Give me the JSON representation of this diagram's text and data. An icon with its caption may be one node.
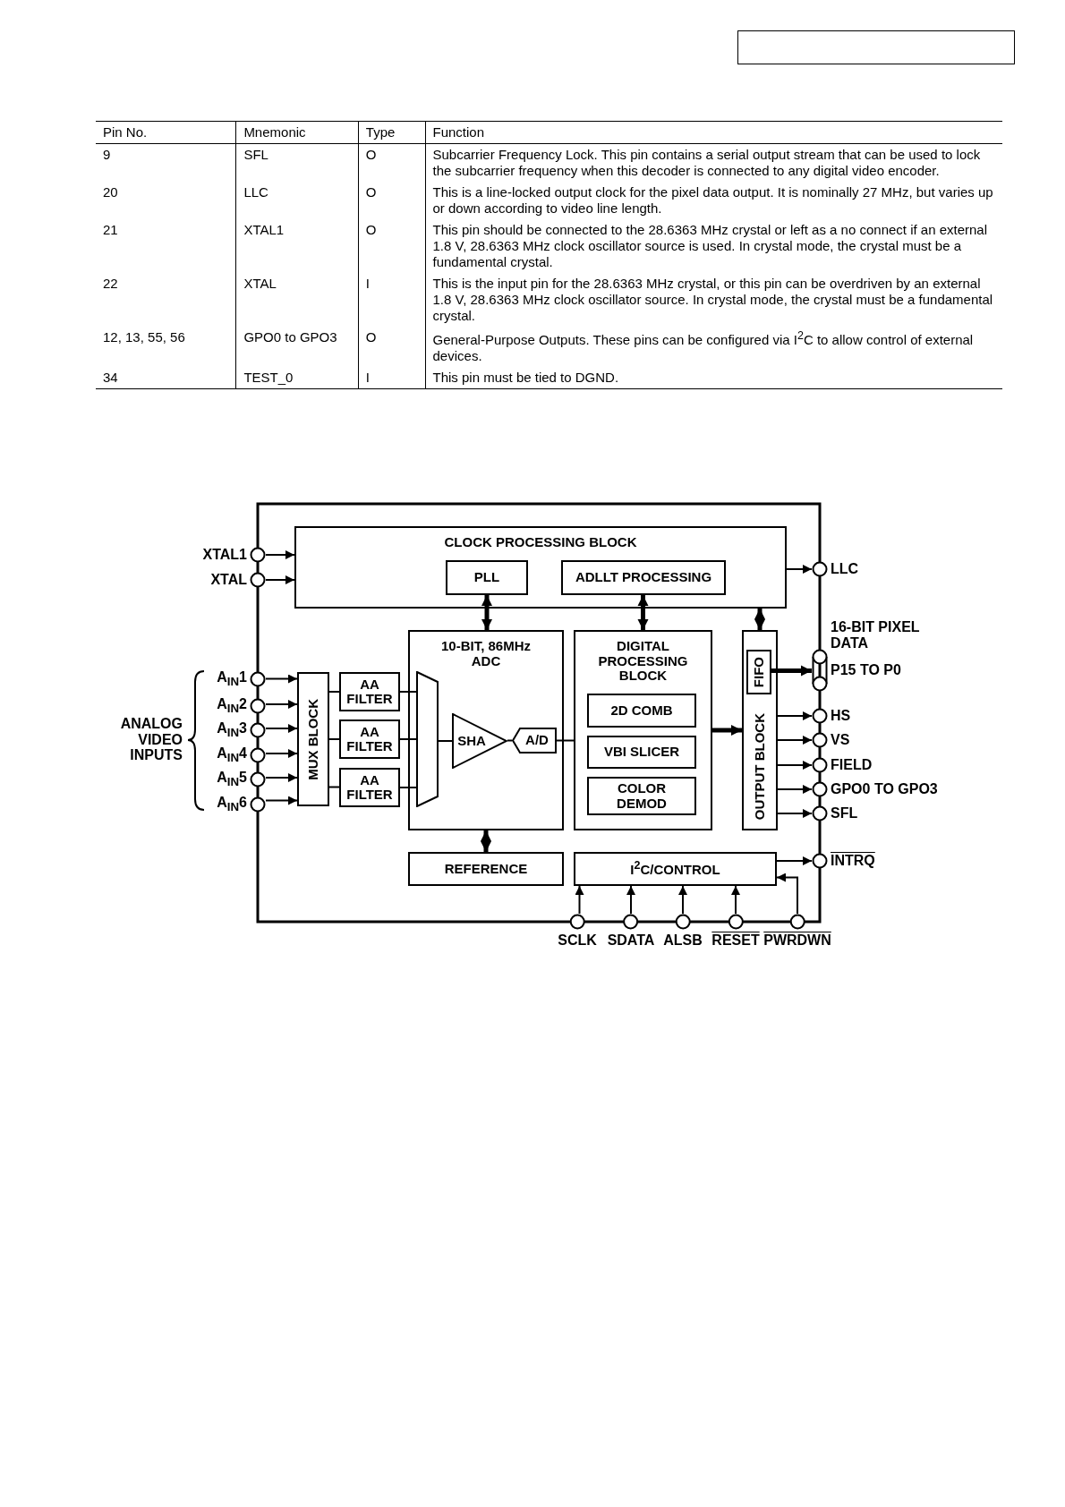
{
  "diagram": {
    "nodes": [
      {
        "text": [
          "CLOCK PROCESSING BLOCK"
        ]
      },
      {
        "text": [
          "PLL"
        ],
        "in": 0
      },
      {
        "text": [
          "ADLLT PROCESSING"
        ],
        "in": 0
      },
      {
        "text": [
          "10-BIT, 86MHz ADC"
        ]
      },
      {
        "text": [
          "SHA"
        ],
        "in": 3
      },
      {
        "text": [
          "A/D"
        ],
        "in": 3
      },
      {
        "text": [
          "DIGITAL PROCESSING BLOCK"
        ]
      },
      {
        "text": [
          "2D COMB"
        ],
        "in": 6
      },
      {
        "text": [
          "VBI SLICER"
        ],
        "in": 6
      },
      {
        "text": [
          "COLOR DEMOD"
        ],
        "in": 6
      },
      {
        "text": [
          "OUTPUT BLOCK"
        ]
      },
      {
        "text": [
          "FIFO"
        ],
        "in": 10
      },
      {
        "text": [
          "MUX BLOCK"
        ]
      },
      {
        "text": [
          "AA FILTER"
        ]
      },
      {
        "text": [
          "AA FILTER"
        ]
      },
      {
        "text": [
          "AA FILTER"
        ]
      },
      {
        "text": [
          "REFERENCE"
        ]
      },
      {
        "text": [
          "I$^{2}$C/CONTROL"
        ]
      },
      {
        "text": [],
        "shape": "trapezoid",
        "in": 3
      },
      {
        "text": [
          "XTAL1"
        ]
      },
      {
        "text": [
          "XTAL"
        ]
      },
      {
        "text": [
          "A$_{IN}$1"
        ]
      },
      {
        "text": [
          "A$_{IN}$2"
        ]
      },
      {
        "text": [
          "A$_{IN}$3"
        ]
      },
      {
        "text": [
          "A$_{IN}$4"
        ]
      },
      {
        "text": [
          "A$_{IN}$5"
        ]
      },
      {
        "text": [
          "A$_{IN}$6"
        ]
      },
      {
        "text": [
          "LLC"
        ]
      },
      {
        "text": [
          "16-BIT PIXEL DATA",
          "P15 TO P0"
        ]
      },
      {
        "text": [
          "HS"
        ]
      },
      {
        "text": [
          "VS"
        ]
      },
      {
        "text": [
          "FIELD"
        ]
      },
      {
        "text": [
          "GPO0 TO GPO3"
        ]
      },
      {
        "text": [
          "SFL"
        ]
      },
      {
        "text": [
          "INTRQ"
        ]
      },
      {
        "text": [
          "SCLK"
        ]
      },
      {
        "text": [
          "SDATA"
        ]
      },
      {
        "text": [
          "ALSB"
        ]
      },
      {
        "text": [
          "RESET"
        ]
      },
      {
        "text": [
          "PWRDWN"
        ]
      }
    ],
    "edges": [
      {
        "from": 19,
        "to": 0,
        "arrow": "to"
      },
      {
        "from": 20,
        "to": 0,
        "arrow": "to"
      },
      {
        "from": 21,
        "to": 12,
        "arrow": "to"
      },
      {
        "from": 22,
        "to": 12,
        "arrow": "to"
      },
      {
        "from": 23,
        "to": 12,
        "arrow": "to"
      },
      {
        "from": 24,
        "to": 12,
        "arrow": "to"
      },
      {
        "from": 25,
        "to": 12,
        "arrow": "to"
      },
      {
        "from": 26,
        "to": 12,
        "arrow": "to"
      },
      {
        "from": 12,
        "to": 13,
        "arrow": "none"
      },
      {
        "from": 12,
        "to": 14,
        "arrow": "none"
      },
      {
        "from": 12,
        "to": 15,
        "arrow": "none"
      },
      {
        "from": 13,
        "to": 18,
        "arrow": "none"
      },
      {
        "from": 14,
        "to": 18,
        "arrow": "none"
      },
      {
        "from": 15,
        "to": 18,
        "arrow": "none"
      },
      {
        "from": 18,
        "to": 4,
        "arrow": "none"
      },
      {
        "from": 4,
        "to": 5,
        "arrow": "none"
      },
      {
        "from": 5,
        "to": 6,
        "arrow": "none"
      },
      {
        "from": 1,
        "to": 3,
        "arrow": "both",
        "style": "thick"
      },
      {
        "from": 2,
        "to": 6,
        "arrow": "both",
        "style": "thick"
      },
      {
        "from": 0,
        "to": 10,
        "arrow": "both",
        "style": "thick"
      },
      {
        "from": 3,
        "to": 16,
        "arrow": "both",
        "style": "thick"
      },
      {
        "from": 6,
        "to": 10,
        "arrow": "to",
        "style": "thick"
      },
      {
        "from": 11,
        "to": 28,
        "arrow": "to",
        "style": "thick"
      },
      {
        "from": 0,
        "to": 27,
        "arrow": "to"
      },
      {
        "from": 10,
        "to": 29,
        "arrow": "to"
      },
      {
        "from": 10,
        "to": 30,
        "arrow": "to"
      },
      {
        "from": 10,
        "to": 31,
        "arrow": "to"
      },
      {
        "from": 10,
        "to": 32,
        "arrow": "to"
      },
      {
        "from": 10,
        "to": 33,
        "arrow": "to"
      },
      {
        "from": 17,
        "to": 34,
        "arrow": "to"
      },
      {
        "from": 35,
        "to": 17,
        "arrow": "to"
      },
      {
        "from": 36,
        "to": 17,
        "arrow": "to"
      },
      {
        "from": 37,
        "to": 17,
        "arrow": "to"
      },
      {
        "from": 38,
        "to": 17,
        "arrow": "to"
      },
      {
        "from": 39,
        "to": 17,
        "arrow": "to"
      }
    ],
    "labels": [
      "Pin No.",
      "Mnemonic",
      "Type",
      "Function",
      "9",
      "SFL",
      "O",
      "Subcarrier Frequency Lock. This pin contains a serial output stream that can be used to lock the subcarrier frequency when this decoder is connected to any digital video encoder.",
      "20",
      "LLC",
      "O",
      "This is a line-locked output clock for the pixel data output. It is nominally 27 MHz, but varies up or down according to video line length.",
      "21",
      "XTAL1",
      "O",
      "This pin should be connected to the 28.6363 MHz crystal or left as a no connect if an external 1.8 V, 28.6363 MHz clock oscillator source is used. In crystal mode, the crystal must be a fundamental crystal.",
      "22",
      "XTAL",
      "I",
      "This is the input pin for the 28.6363 MHz crystal, or this pin can be overdriven by an external 1.8 V, 28.6363 MHz clock oscillator source. In crystal mode, the crystal must be a fundamental crystal.",
      "12, 13, 55, 56",
      "GPO0 to GPO3",
      "O",
      "General-Purpose Outputs. These pins can be configured via I$^{2}$C to allow control of external devices.",
      "34",
      "TEST_0",
      "I",
      "This pin must be tied to DGND.",
      "ANALOG VIDEO INPUTS"
    ]
  }
}
